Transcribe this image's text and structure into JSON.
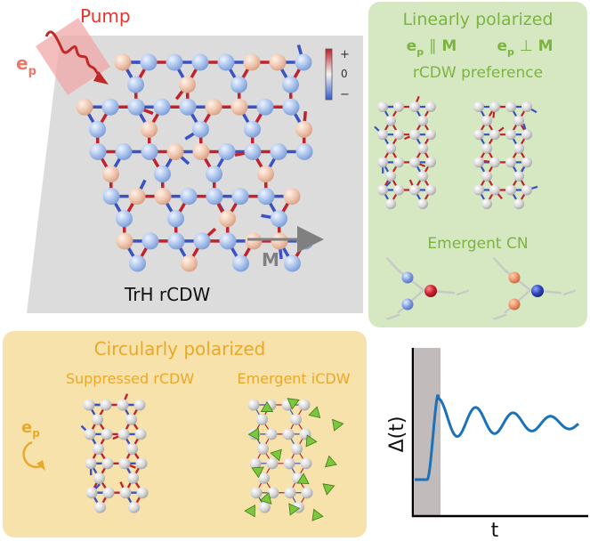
{
  "main": {
    "pump_label": "Pump",
    "ep_label": "e",
    "ep_sub": "p",
    "colorbar": {
      "plus": "+",
      "zero": "0",
      "minus": "−"
    },
    "direction_label": "M",
    "caption": "TrH rCDW"
  },
  "linear": {
    "title": "Linearly polarized",
    "par_e": "e",
    "par_sub": "p",
    "par_rel": "∥",
    "par_M": "M",
    "perp_e": "e",
    "perp_sub": "p",
    "perp_rel": "⊥",
    "perp_M": "M",
    "subtitle": "rCDW preference",
    "cn_title": "Emergent CN"
  },
  "circular": {
    "title": "Circularly polarized",
    "left_title": "Suppressed rCDW",
    "right_title": "Emergent iCDW",
    "ep_label": "e",
    "ep_sub": "p"
  },
  "plot": {
    "ylabel": "Δ(t)",
    "xlabel": "t"
  },
  "colors": {
    "pump_red": "#e8352b",
    "bond_red": "#c0232d",
    "bond_blue": "#3a52c4",
    "green_panel": "#d6e8c2",
    "green_text": "#7bb441",
    "orange_panel": "#f7e2ab",
    "orange_text": "#e8a92a",
    "curve_blue": "#1a72b8",
    "pulse_gray": "#c2bbbb"
  }
}
